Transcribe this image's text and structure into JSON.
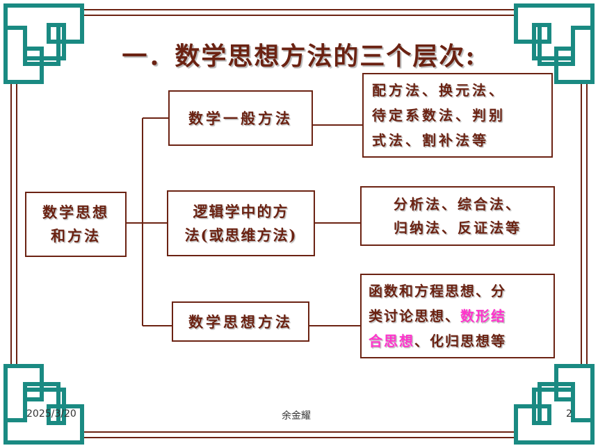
{
  "title": "一．数学思想方法的三个层次:",
  "root": {
    "line1": "数学思想",
    "line2": "和方法"
  },
  "level1": {
    "label": "数学一般方法",
    "detail": {
      "line1": "配方法、换元法、",
      "line2": "待定系数法、判别",
      "line3": "式法、割补法等"
    }
  },
  "level2": {
    "line1": "逻辑学中的方",
    "line2": "法(或思维方法)",
    "detail": {
      "line1": "分析法、综合法、",
      "line2": "归纳法、反证法等"
    }
  },
  "level3": {
    "label": "数学思想方法",
    "detail": {
      "line1": "函数和方程思想、分",
      "line2a": "类讨论思想、",
      "line2b": "数形结",
      "line3a": "合思想",
      "line3b": "、化归思想等"
    }
  },
  "footer": {
    "date": "2025/3/20",
    "author": "余金耀",
    "page": "2"
  },
  "colors": {
    "text": "#6b2212",
    "highlight": "#ff33cc",
    "frame": "#1a8a82"
  }
}
